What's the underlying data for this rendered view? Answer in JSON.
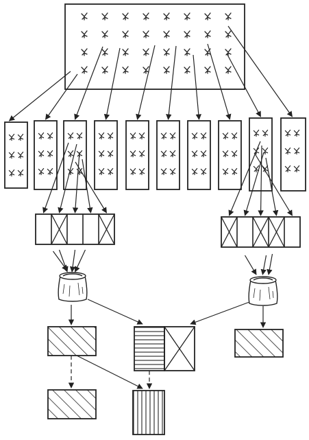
{
  "diagram": {
    "ink": "#222222",
    "paper": "#ffffff",
    "source_field": {
      "rows": 4,
      "cols": 8,
      "icon": "sprout-glyph"
    },
    "strips": {
      "count": 10,
      "rows": 3,
      "cols": 2,
      "icon": "sprout-glyph"
    },
    "sample_groups": [
      {
        "cells": 5,
        "crossed_cells": [
          1,
          4
        ]
      },
      {
        "cells": 5,
        "crossed_cells": [
          0,
          2,
          3
        ]
      }
    ],
    "bags": {
      "count": 2,
      "icon": "seed-bag-icon"
    },
    "plots": {
      "left": "diagonal-hatch",
      "center": [
        "horizontal-lines",
        "crossed"
      ],
      "right": "diagonal-hatch",
      "bottom_left": "diagonal-hatch",
      "bottom_center": "vertical-lines"
    }
  }
}
